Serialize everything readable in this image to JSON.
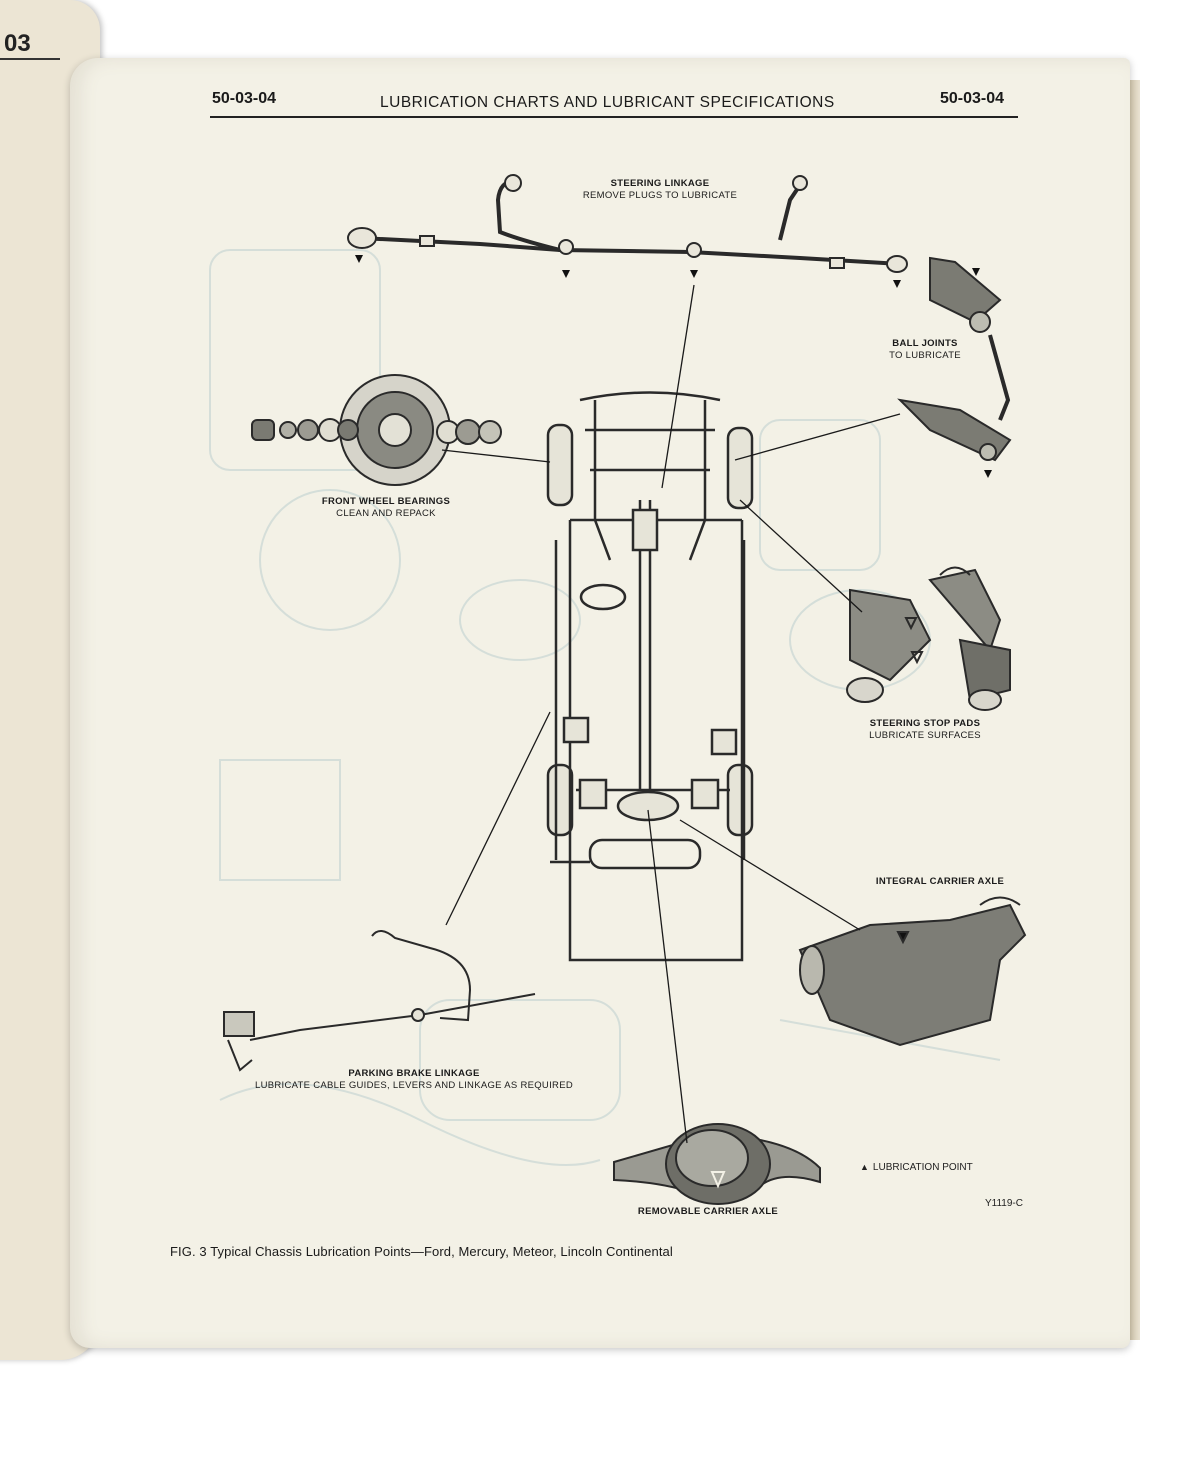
{
  "previous_page": {
    "number": "03"
  },
  "header": {
    "code_left": "50-03-04",
    "title": "LUBRICATION CHARTS AND LUBRICANT SPECIFICATIONS",
    "code_right": "50-03-04"
  },
  "labels": {
    "steering_linkage": {
      "title": "STEERING LINKAGE",
      "note": "REMOVE PLUGS TO LUBRICATE"
    },
    "ball_joints": {
      "title": "BALL JOINTS",
      "note": "TO LUBRICATE"
    },
    "front_wheel_bearings": {
      "title": "FRONT WHEEL BEARINGS",
      "note": "CLEAN AND REPACK"
    },
    "steering_stop_pads": {
      "title": "STEERING STOP PADS",
      "note": "LUBRICATE SURFACES"
    },
    "integral_carrier_axle": {
      "title": "INTEGRAL CARRIER AXLE"
    },
    "parking_brake_linkage": {
      "title": "PARKING BRAKE LINKAGE",
      "note": "LUBRICATE CABLE GUIDES, LEVERS AND LINKAGE AS REQUIRED"
    },
    "removable_carrier_axle": {
      "title": "REMOVABLE CARRIER AXLE"
    }
  },
  "legend": {
    "icon": "filled-triangle-icon",
    "text": "LUBRICATION POINT"
  },
  "figure_code": "Y1119-C",
  "caption": "FIG. 3 Typical Chassis Lubrication Points—Ford, Mercury, Meteor, Lincoln Continental"
}
